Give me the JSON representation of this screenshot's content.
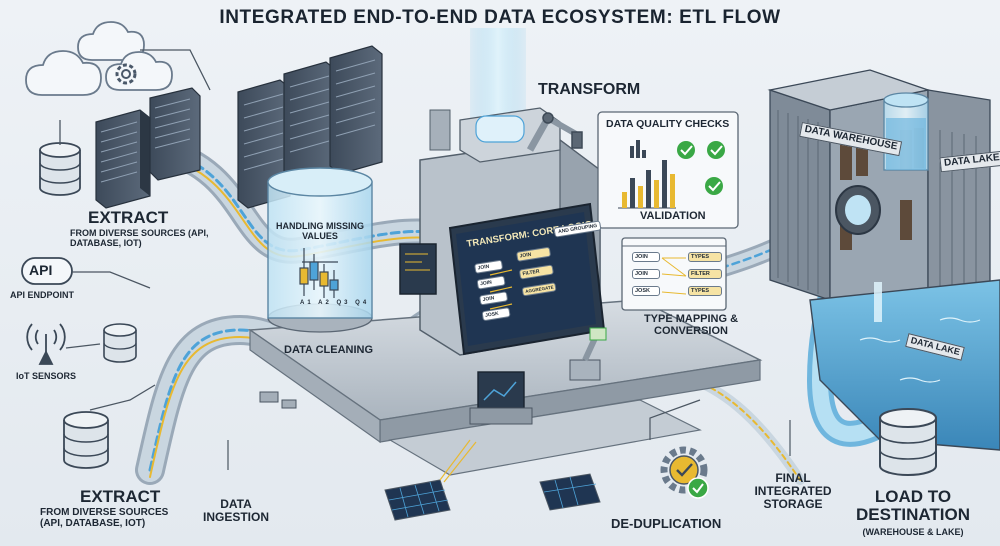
{
  "title": "INTEGRATED END-TO-END DATA ECOSYSTEM: ETL FLOW",
  "extract_top": {
    "heading": "EXTRACT",
    "subtitle": "FROM DIVERSE SOURCES (API, DATABASE, IOT)"
  },
  "extract_bottom": {
    "heading": "EXTRACT",
    "subtitle": "FROM DIVERSE SOURCES (API, DATABASE, IOT)"
  },
  "sources": {
    "api_badge": "API",
    "api_label": "API ENDPOINT",
    "iot_label": "IoT SENSORS"
  },
  "ingestion_label": "DATA INGESTION",
  "cleaning": {
    "tank_label": "HANDLING MISSING VALUES",
    "label": "DATA CLEANING",
    "quarters": [
      "A1",
      "A2",
      "Q3",
      "Q4"
    ]
  },
  "transform": {
    "heading": "TRANSFORM",
    "core_title": "TRANSFORM: CORE LOGIC",
    "core_header_chip": "AND GROUPING",
    "ops_left": [
      "JOIN",
      "JOIN",
      "JOIN",
      "JOSK"
    ],
    "ops_right": [
      "JOIN",
      "FILTER",
      "AGGREGATE"
    ]
  },
  "quality": {
    "title": "DATA QUALITY CHECKS",
    "validation": "VALIDATION"
  },
  "type_mapping": {
    "left": [
      "JOIN",
      "JOIN",
      "JOSK"
    ],
    "right": [
      "TYPES",
      "FILTER",
      "TYPES"
    ],
    "label": "TYPE MAPPING & CONVERSION"
  },
  "dedup_label": "DE-DUPLICATION",
  "storage": {
    "warehouse_sign": "DATA WAREHOUSE",
    "lake_sign": "DATA LAKE",
    "lake_pool": "DATA LAKE",
    "final_label": "FINAL INTEGRATED STORAGE"
  },
  "load": {
    "heading": "LOAD TO DESTINATION",
    "subtitle": "(WAREHOUSE & LAKE)"
  },
  "colors": {
    "accent_blue": "#4ea3d8",
    "pipe_yellow": "#e8b931",
    "check_green": "#3aa845",
    "screen_navy": "#1f3552"
  },
  "icons": [
    "cloud-icon",
    "gear-icon",
    "server-icon",
    "database-icon",
    "api-icon",
    "antenna-icon",
    "check-icon",
    "dedup-gear-icon",
    "warehouse-icon",
    "lake-icon"
  ]
}
